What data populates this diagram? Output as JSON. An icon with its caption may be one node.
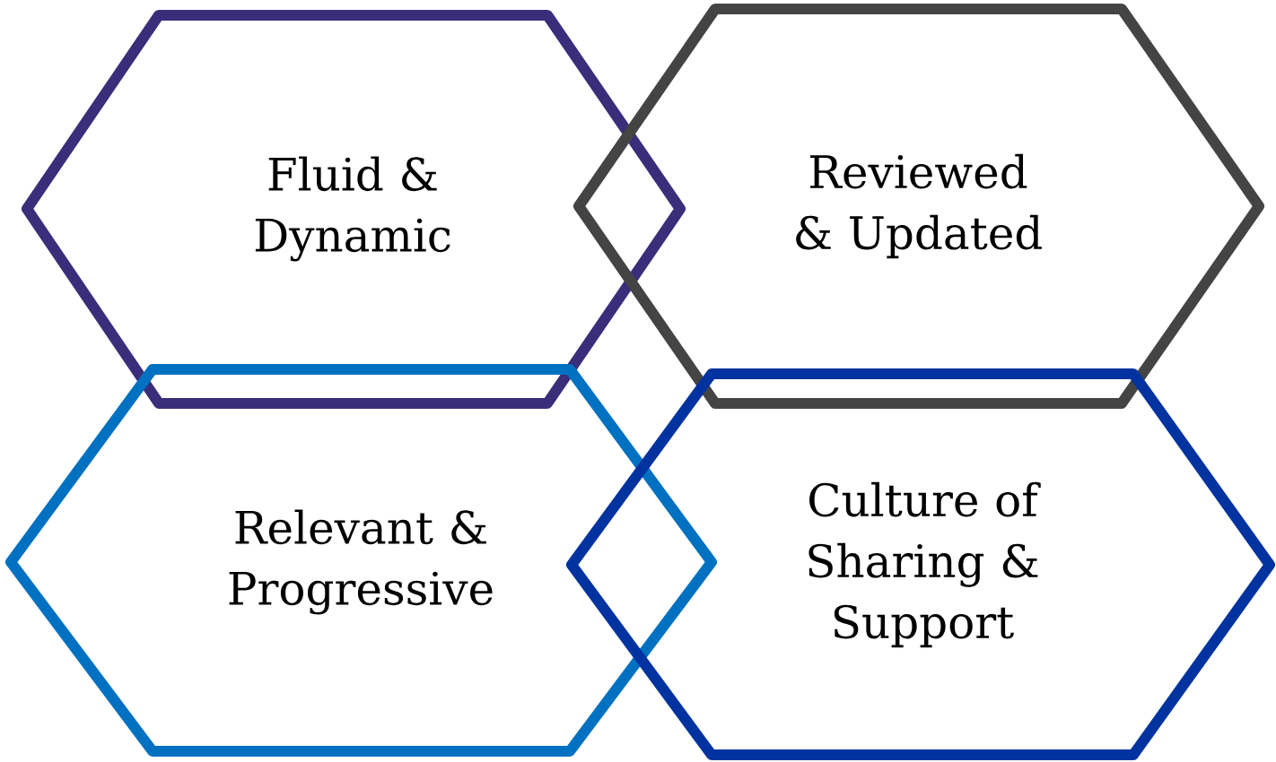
{
  "diagram": {
    "nodes": [
      {
        "text": [
          "Fluid & Dynamic"
        ]
      },
      {
        "text": [
          "Reviewed & Updated"
        ]
      },
      {
        "text": [
          "Relevant & Progressive"
        ]
      },
      {
        "text": [
          "Culture of Sharing & Support"
        ]
      }
    ]
  }
}
